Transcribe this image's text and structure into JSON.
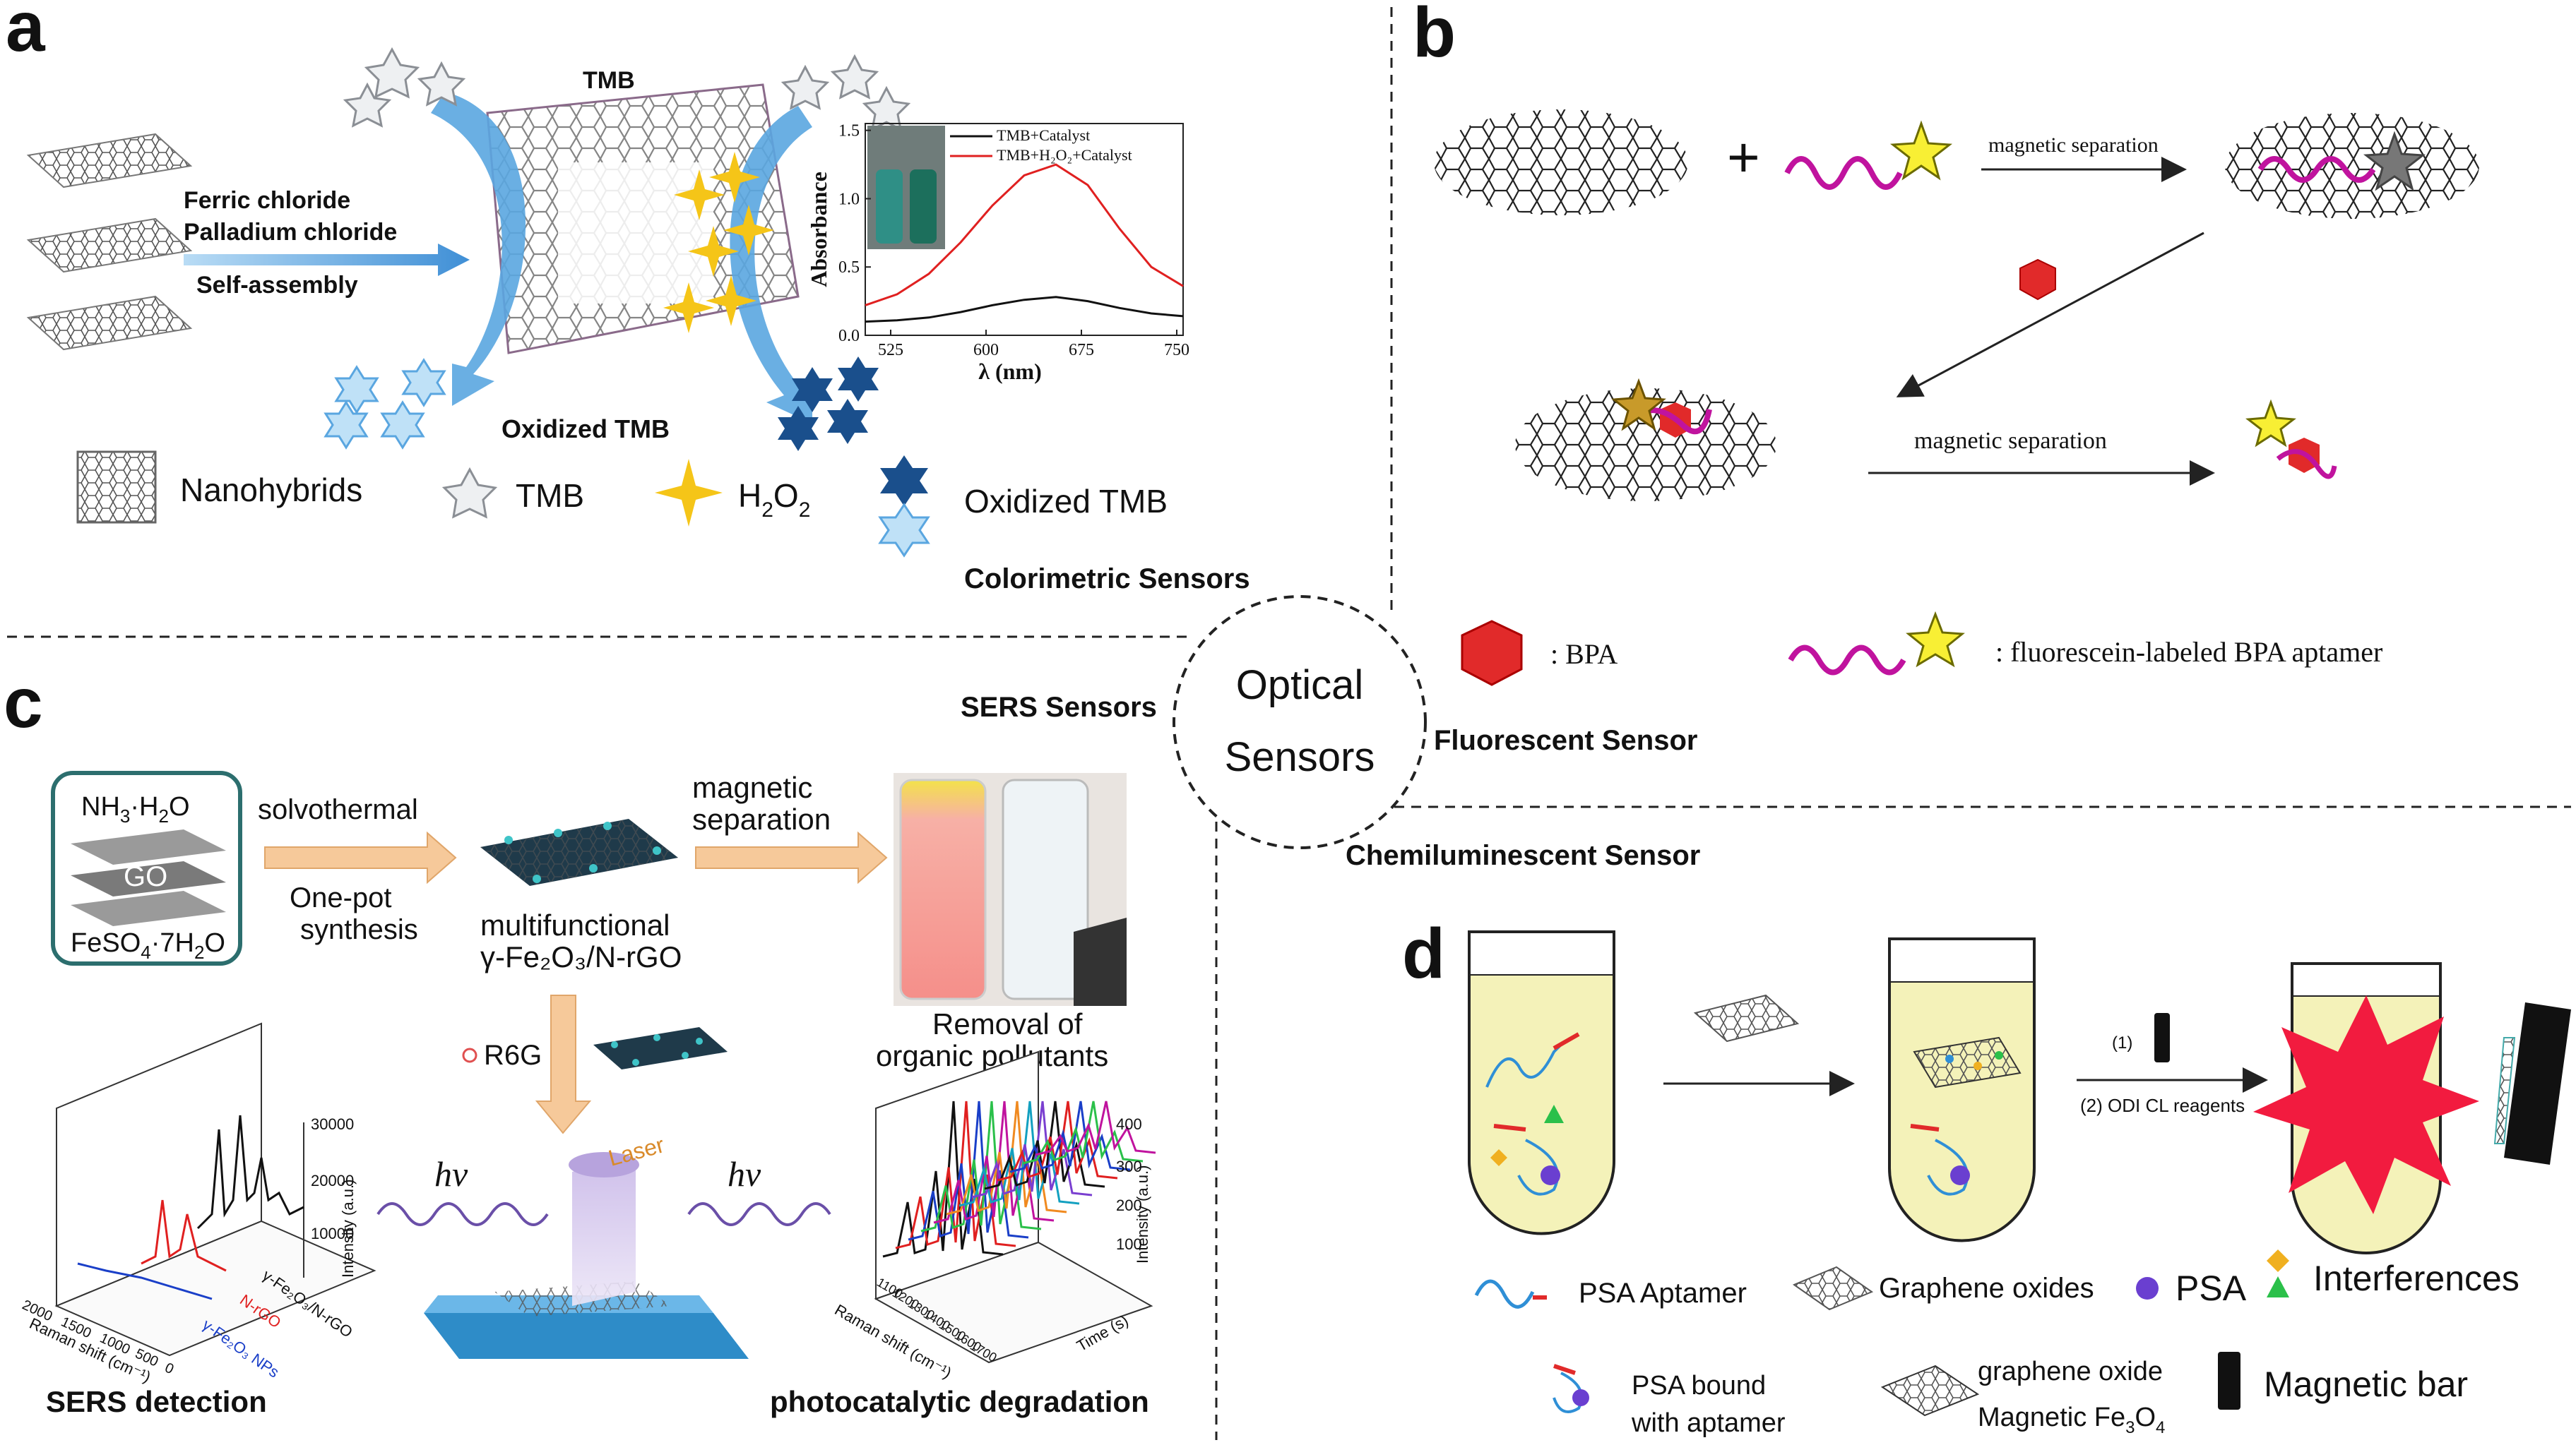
{
  "panels": {
    "a": {
      "letter": "a",
      "tmb_label": "TMB",
      "reagents": [
        "Ferric chloride",
        "Palladium chloride"
      ],
      "process": "Self-assembly",
      "oxidized_label": "Oxidized TMB",
      "legend": {
        "nanohybrids": "Nanohybrids",
        "tmb": "TMB",
        "h2o2": "H",
        "h2o2_sub": "2",
        "h2o2_o": "O",
        "h2o2_sub2": "2",
        "oxidized": "Oxidized TMB"
      },
      "section": "Colorimetric Sensors"
    },
    "b": {
      "letter": "b",
      "plus": "+",
      "step1": "magnetic separation",
      "step2": "magnetic separation",
      "legend_bpa": ":   BPA",
      "legend_aptamer": ":   fluorescein-labeled BPA aptamer",
      "section": "Fluorescent Sensor"
    },
    "c": {
      "letter": "c",
      "section": "SERS Sensors",
      "box": {
        "top": "NH",
        "top_sub": "3",
        "top_rest": "·H",
        "top_sub2": "2",
        "top_o": "O",
        "mid": "GO",
        "bottom": "FeSO",
        "bottom_sub": "4",
        "bottom_rest": "·7H",
        "bottom_sub2": "2",
        "bottom_o": "O"
      },
      "arrow1_top": "solvothermal",
      "arrow1_bottom": [
        "One-pot",
        "synthesis"
      ],
      "product": [
        "multifunctional",
        "γ-Fe₂O₃/N-rGO"
      ],
      "arrow2_top": [
        "magnetic",
        "separation"
      ],
      "removal": [
        "Removal of",
        "organic pollutants"
      ],
      "r6g": "R6G",
      "laser": "Laser",
      "hv": "hν",
      "sers_caption": "SERS detection",
      "photo_caption": "photocatalytic degradation",
      "sers_plot": {
        "series": [
          "γ-Fe₂O₃/N-rGO",
          "N-rGO",
          "γ-Fe₂O₃ NPs"
        ],
        "z_label": "Intensity (a.u.)",
        "z_ticks": [
          "30000",
          "20000",
          "10000"
        ],
        "x_label": "Raman shift (cm⁻¹)",
        "x_ticks": [
          "2000",
          "1500",
          "1000",
          "500",
          "0"
        ]
      },
      "photo_plot": {
        "z_label": "Intensity (a.u.)",
        "z_ticks": [
          "400",
          "300",
          "200",
          "100"
        ],
        "x_label": "Raman shift (cm⁻¹)",
        "y_label": "Time (s)",
        "x_ticks": [
          "1100",
          "1200",
          "1300",
          "1400",
          "1500",
          "1600",
          "1700"
        ]
      }
    },
    "d": {
      "letter": "d",
      "step_a": "(1)",
      "step_b": "(2) ODI CL reagents",
      "legend": {
        "aptamer": "PSA Aptamer",
        "go": "Graphene oxides",
        "psa": "PSA",
        "interf": "Interferences",
        "bound": [
          "PSA bound",
          "with aptamer"
        ],
        "go_fe": [
          "graphene oxide",
          "Magnetic Fe",
          "3",
          "O",
          "4"
        ],
        "bar": "Magnetic bar"
      },
      "section": "Chemiluminescent Sensor"
    }
  },
  "center": {
    "line1": "Optical",
    "line2": "Sensors"
  },
  "abs_chart": {
    "type": "line",
    "xlabel": "λ (nm)",
    "ylabel": "Absorbance",
    "xlim": [
      505,
      755
    ],
    "ylim": [
      0,
      1.55
    ],
    "xticks": [
      525,
      600,
      675,
      750
    ],
    "yticks": [
      0.0,
      0.5,
      1.0,
      1.5
    ],
    "series": [
      {
        "name": "TMB+Catalyst",
        "color": "#111111",
        "x": [
          505,
          530,
          555,
          580,
          605,
          630,
          655,
          680,
          705,
          730,
          755
        ],
        "y": [
          0.1,
          0.11,
          0.13,
          0.17,
          0.22,
          0.26,
          0.28,
          0.25,
          0.2,
          0.16,
          0.14
        ]
      },
      {
        "name": "TMB+H₂O₂+Catalyst",
        "color": "#e02020",
        "x": [
          505,
          530,
          555,
          580,
          605,
          630,
          655,
          680,
          705,
          730,
          755
        ],
        "y": [
          0.22,
          0.3,
          0.45,
          0.68,
          0.95,
          1.17,
          1.25,
          1.1,
          0.78,
          0.5,
          0.36
        ]
      }
    ]
  },
  "colors": {
    "arrow_blue": "#5aa6e0",
    "star_yellow": "#f5c518",
    "dark_blue": "#1a4f8c",
    "magenta": "#c0139e",
    "bpa_red": "#e12a2a",
    "tube_yellow": "#f4f2b9",
    "teal_box": "#2c6e6e",
    "peach_arrow": "#f6c99a"
  }
}
